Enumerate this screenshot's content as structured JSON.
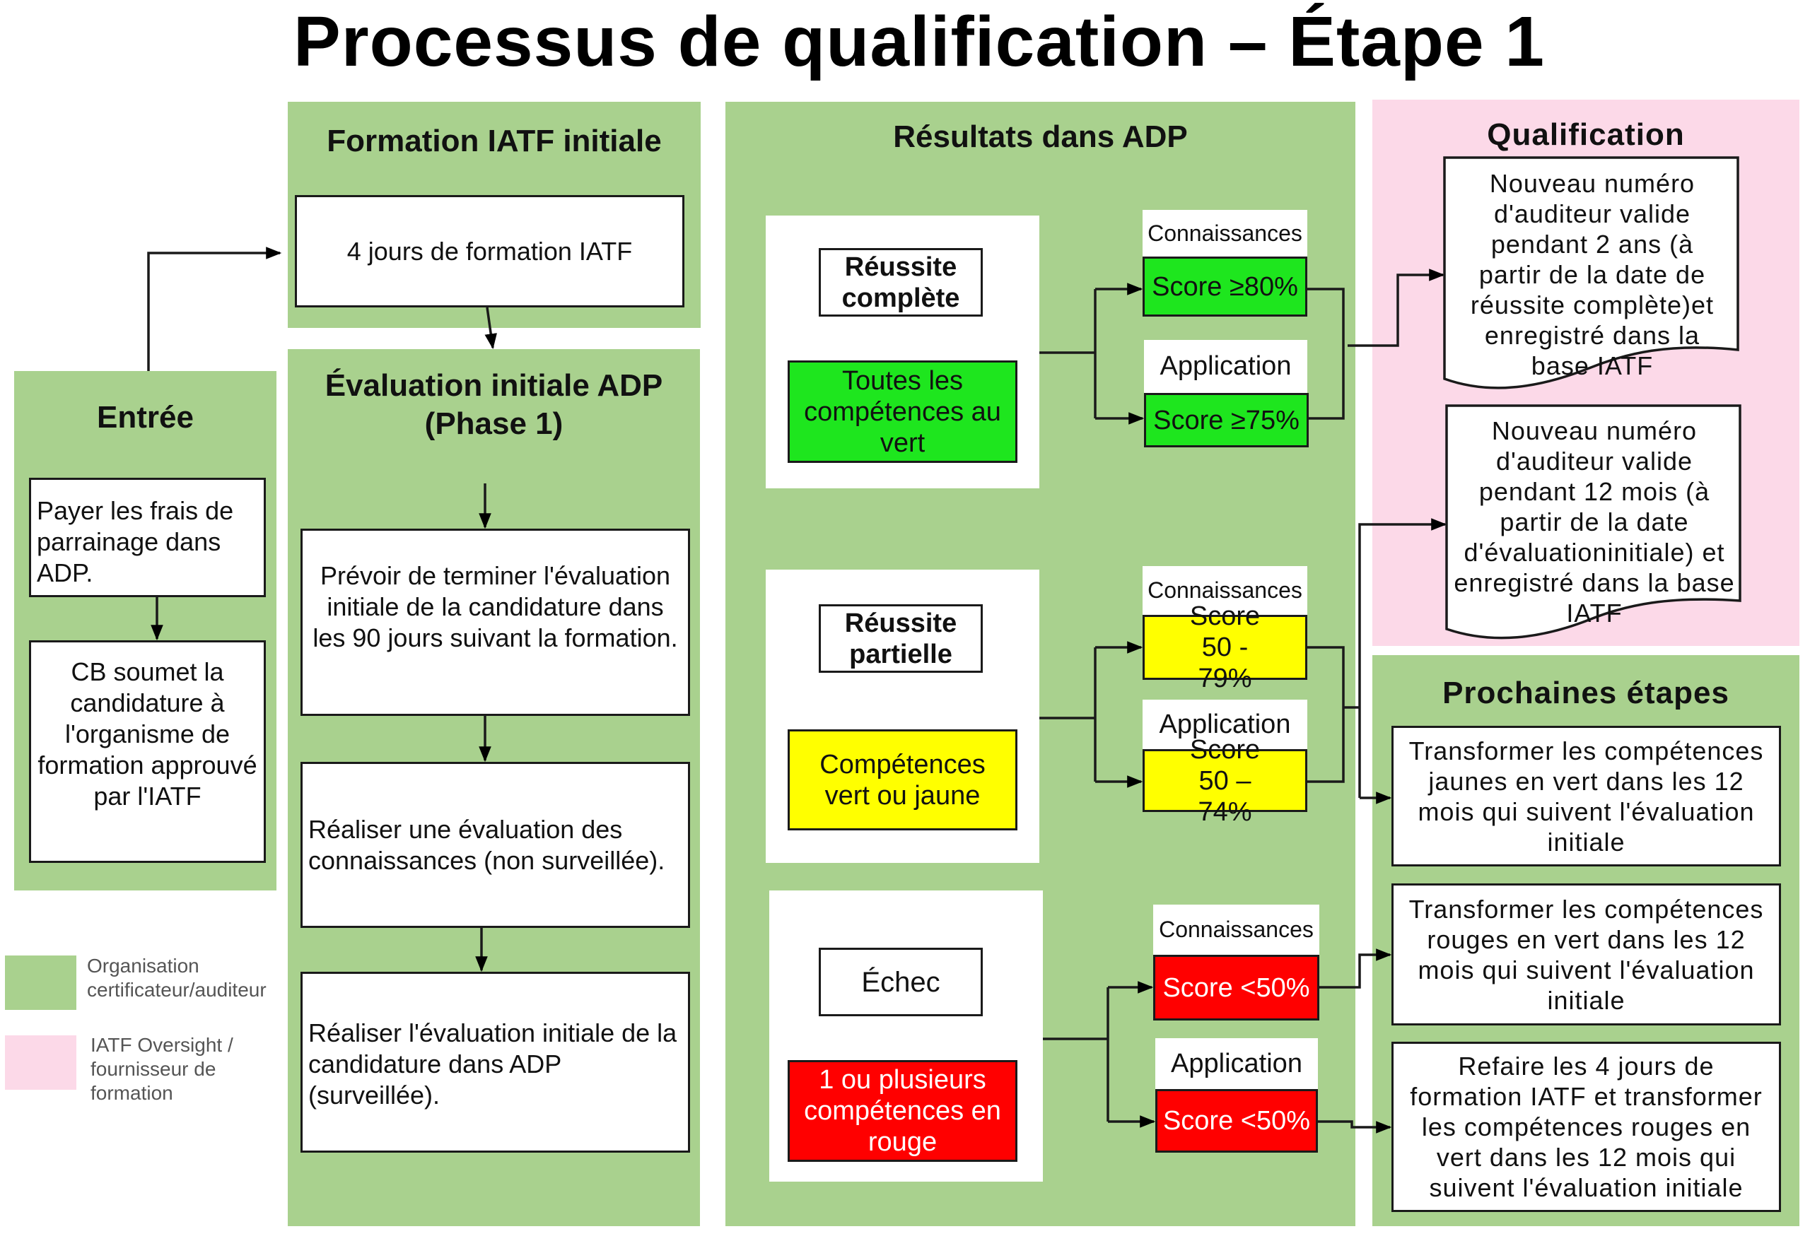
{
  "title": "Processus de qualification – Étape 1",
  "colors": {
    "organisation_panel": "#a9d18e",
    "iatf_panel": "#fcd9e8",
    "pass_green": "#1ee61e",
    "partial_yellow": "#ffff00",
    "fail_red": "#ff0000"
  },
  "entree": {
    "title": "Entrée",
    "steps": [
      "Payer les frais de parrainage dans ADP.",
      "CB soumet la candidature à l'organisme de formation approuvé par l'IATF"
    ]
  },
  "formation": {
    "title": "Formation IATF initiale",
    "step": "4 jours de formation IATF"
  },
  "evaluation": {
    "title_line1": "Évaluation initiale ADP",
    "title_line2": "(Phase 1)",
    "steps": [
      "Prévoir de terminer l'évaluation initiale de la candidature dans les 90 jours suivant la formation.",
      "Réaliser une évaluation des connaissances (non surveillée).",
      "Réaliser l'évaluation initiale de la candidature dans ADP (surveillée)."
    ]
  },
  "resultats": {
    "title": "Résultats dans ADP",
    "outcomes": [
      {
        "status": "Réussite complète",
        "competences": "Toutes les compétences au vert",
        "color": "green",
        "knowledge_label": "Connaissances",
        "knowledge_score": "Score ≥80%",
        "application_label": "Application",
        "application_score": "Score ≥75%"
      },
      {
        "status": "Réussite partielle",
        "competences": "Compétences vert ou jaune",
        "color": "yellow",
        "knowledge_label": "Connaissances",
        "knowledge_score": "Score 50 - 79%",
        "application_label": "Application",
        "application_score": "Score 50 – 74%"
      },
      {
        "status": "Échec",
        "competences": "1 ou plusieurs compétences en rouge",
        "color": "red",
        "knowledge_label": "Connaissances",
        "knowledge_score": "Score <50%",
        "application_label": "Application",
        "application_score": "Score <50%"
      }
    ]
  },
  "qualification": {
    "title": "Qualification",
    "documents": [
      "Nouveau numéro d'auditeur valide pendant 2 ans (à partir de la date de réussite complète)et enregistré dans la base IATF",
      "Nouveau numéro d'auditeur valide pendant 12 mois (à partir de la date d'évaluationinitiale) et enregistré dans la base IATF"
    ]
  },
  "prochaines": {
    "title": "Prochaines étapes",
    "steps": [
      "Transformer les compétences jaunes en vert dans les 12 mois qui suivent l'évaluation initiale",
      "Transformer les compétences rouges en vert dans les 12 mois qui suivent l'évaluation initiale",
      "Refaire les 4 jours de formation IATF et transformer les compétences rouges en vert dans les 12 mois qui suivent l'évaluation initiale"
    ]
  },
  "legend": [
    {
      "color": "#a9d18e",
      "label": "Organisation certificateur/auditeur"
    },
    {
      "color": "#fcd9e8",
      "label": "IATF Oversight / fournisseur de formation"
    }
  ]
}
